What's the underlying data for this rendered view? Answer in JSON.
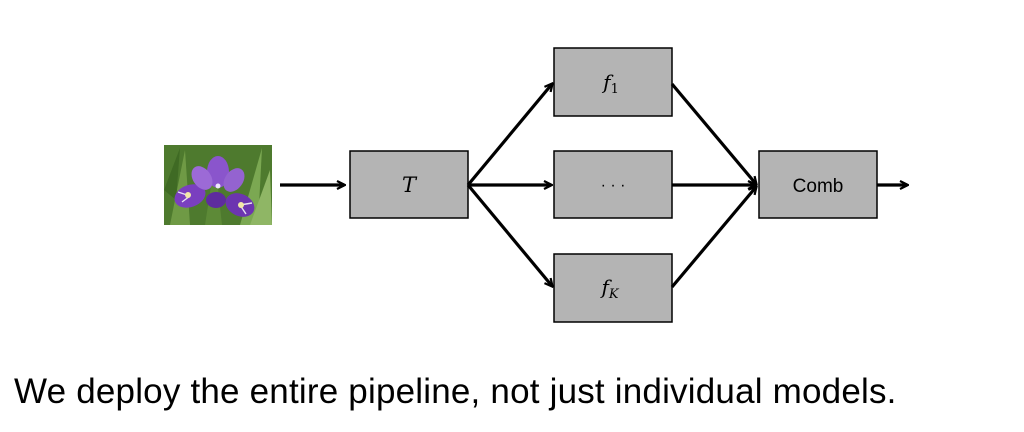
{
  "diagram": {
    "input_image": "iris-flower-photo",
    "nodes": {
      "transform": {
        "label": "T"
      },
      "model_first": {
        "base": "f",
        "sub": "1"
      },
      "model_middle": {
        "label": "· · ·"
      },
      "model_last": {
        "base": "f",
        "sub": "K"
      },
      "combine": {
        "label": "Comb"
      }
    },
    "colors": {
      "box_fill": "#b4b4b4",
      "box_stroke": "#000000",
      "arrow": "#000000"
    }
  },
  "caption": "We deploy the entire pipeline, not just individual models."
}
